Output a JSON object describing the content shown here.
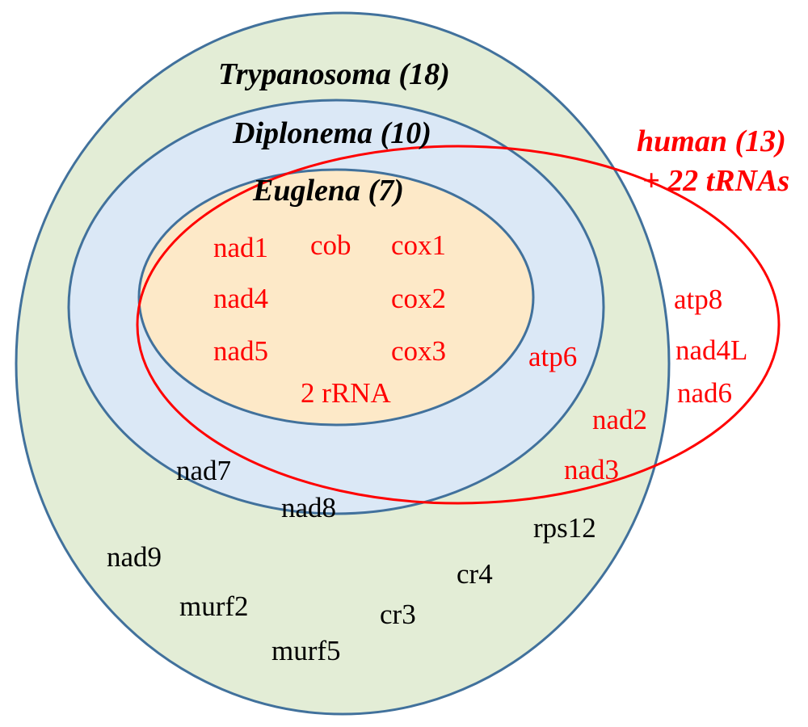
{
  "colors": {
    "trypanosoma_fill": "#e3edd6",
    "diplonema_fill": "#dbe8f6",
    "euglena_fill": "#fde9c8",
    "outline": "#41719c",
    "human": "#ff0000",
    "shared_text": "#ff0000",
    "other_text": "#000000"
  },
  "sets": {
    "trypanosoma": "Trypanosoma (18)",
    "diplonema": "Diplonema (10)",
    "euglena": "Euglena (7)",
    "human_line1": "human (13)",
    "human_line2": "+ 22 tRNAs"
  },
  "genes": {
    "nad1": "nad1",
    "cob": "cob",
    "cox1": "cox1",
    "nad4": "nad4",
    "cox2": "cox2",
    "nad5": "nad5",
    "cox3": "cox3",
    "rrna": "2 rRNA",
    "atp6": "atp6",
    "atp8": "atp8",
    "nad4L": "nad4L",
    "nad6": "nad6",
    "nad2": "nad2",
    "nad3": "nad3",
    "nad7": "nad7",
    "nad8": "nad8",
    "rps12": "rps12",
    "nad9": "nad9",
    "cr4": "cr4",
    "murf2": "murf2",
    "cr3": "cr3",
    "murf5": "murf5"
  }
}
